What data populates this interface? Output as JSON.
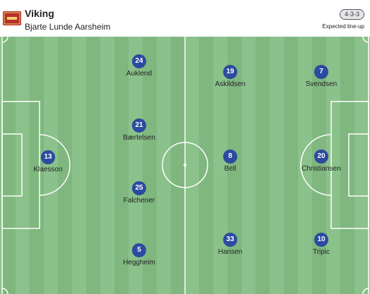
{
  "team": {
    "name": "Viking",
    "coach": "Bjarte Lunde Aarsheim",
    "formation": "4-3-3",
    "lineup_status": "Expected line-up",
    "logo_icon": "viking-crest-icon",
    "logo_color": "#b5302a"
  },
  "colors": {
    "pitch_light": "#8bc18b",
    "pitch_dark": "#7fb77f",
    "player_badge": "#2c4aa0"
  },
  "players": [
    {
      "number": "13",
      "name": "Klaesson"
    },
    {
      "number": "24",
      "name": "Auklend"
    },
    {
      "number": "21",
      "name": "Bærtelsen"
    },
    {
      "number": "25",
      "name": "Falchener"
    },
    {
      "number": "5",
      "name": "Heggheim"
    },
    {
      "number": "19",
      "name": "Askildsen"
    },
    {
      "number": "8",
      "name": "Bell"
    },
    {
      "number": "33",
      "name": "Hansen"
    },
    {
      "number": "7",
      "name": "Svendsen"
    },
    {
      "number": "20",
      "name": "Christiansen"
    },
    {
      "number": "10",
      "name": "Tripic"
    }
  ]
}
